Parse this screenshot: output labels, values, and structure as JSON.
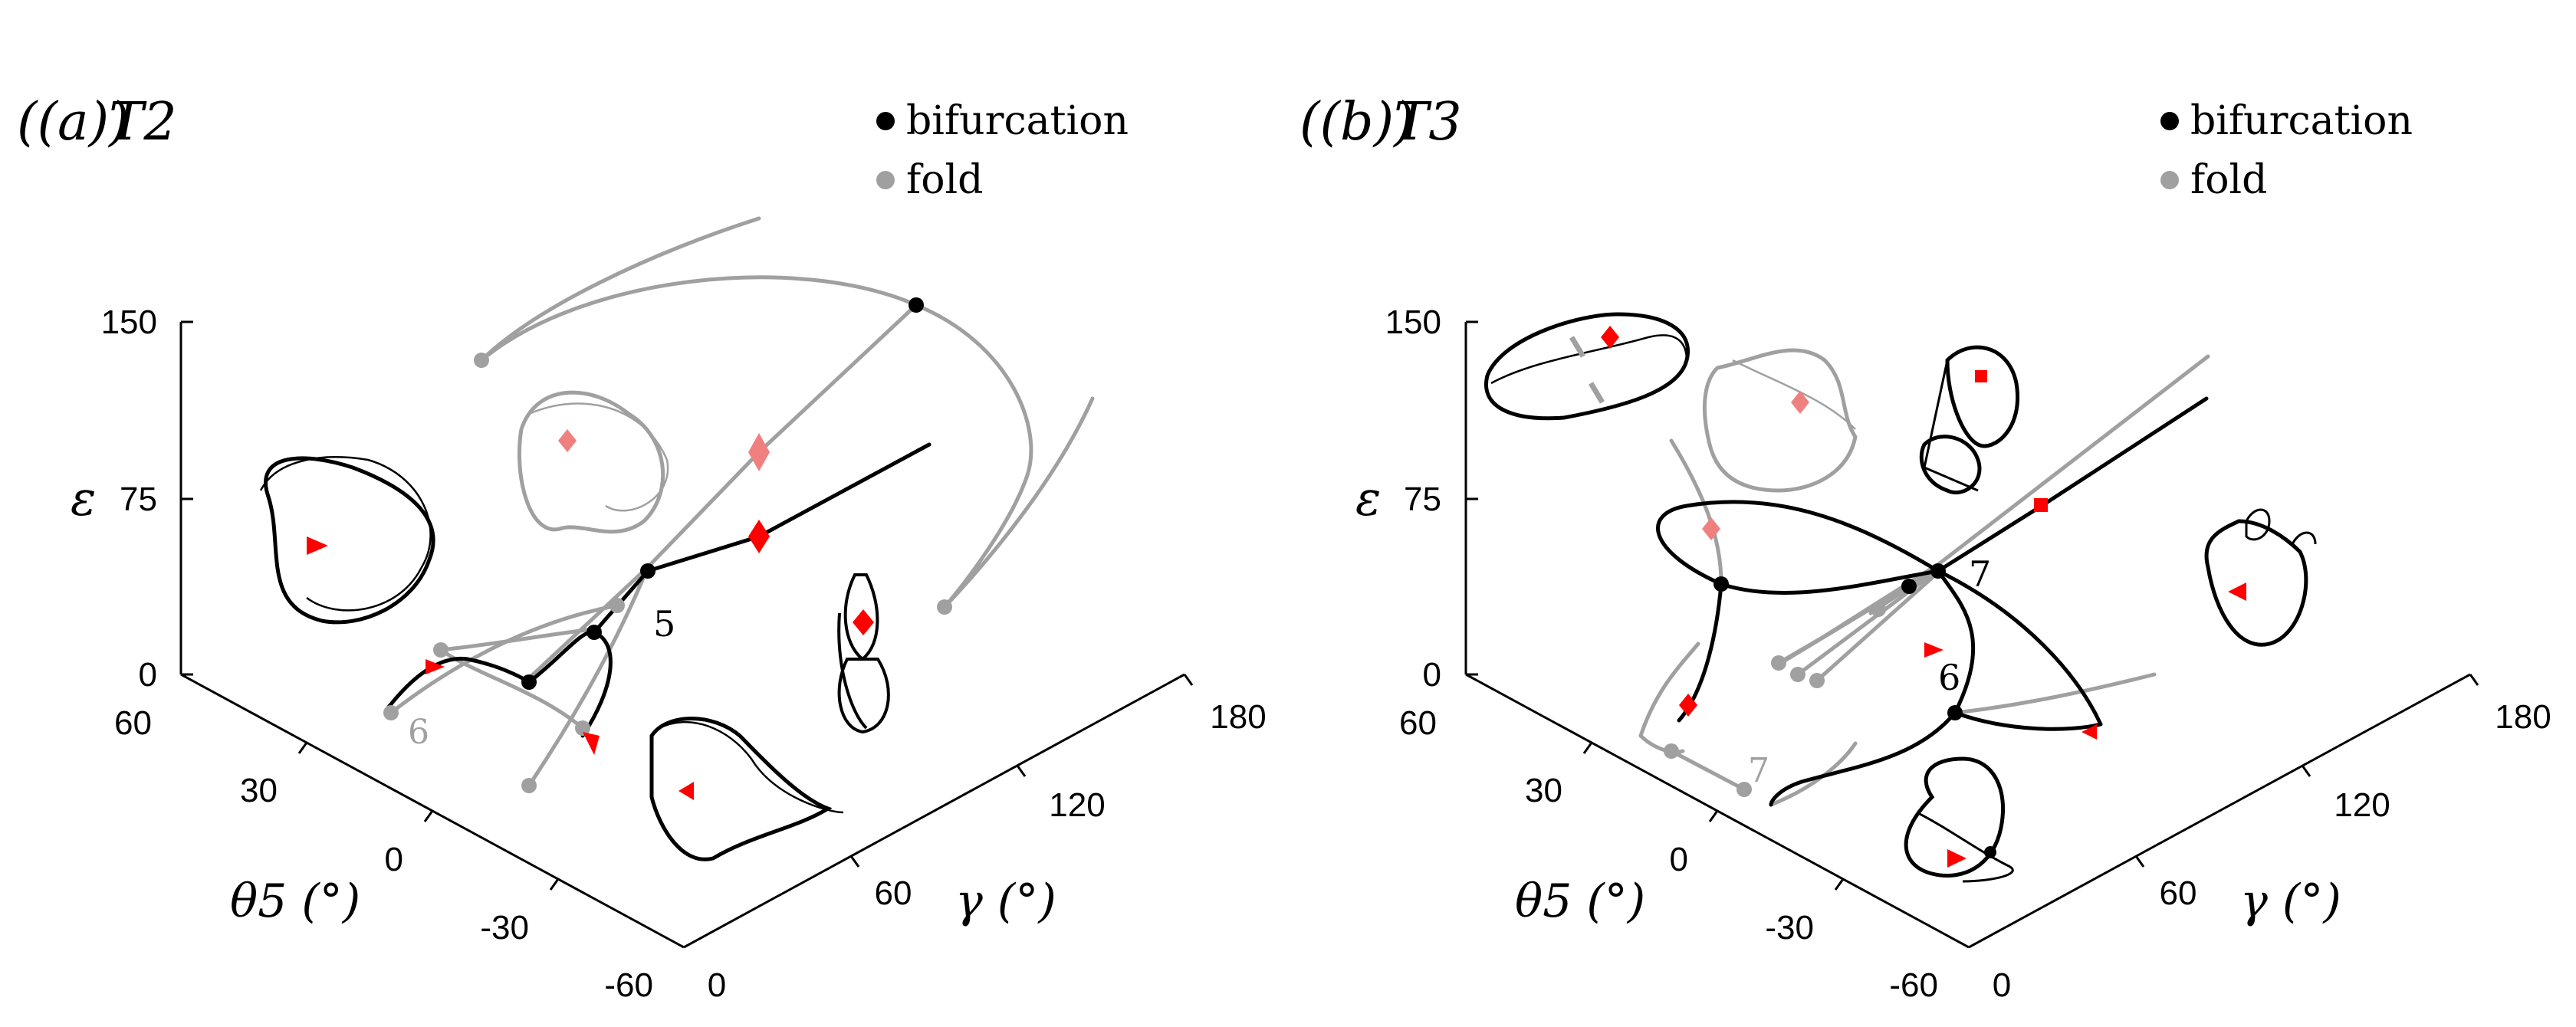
{
  "colors": {
    "branch": "#000000",
    "fold": "#a0a0a0",
    "marker": "#ff0000",
    "marker_faint": "#f08080"
  },
  "legend": {
    "items": [
      {
        "label": "bifurcation",
        "color": "#000000"
      },
      {
        "label": "fold",
        "color": "#a0a0a0"
      }
    ]
  },
  "chart_data": [
    {
      "type": "line",
      "panel": "(a)",
      "title": "T2",
      "axes": {
        "epsilon": {
          "label": "ε",
          "ticks": [
            "0",
            "75",
            "150"
          ],
          "range": [
            0,
            150
          ]
        },
        "theta5": {
          "label": "θ5 (°)",
          "ticks": [
            "60",
            "30",
            "0",
            "-30",
            "-60"
          ],
          "range": [
            -60,
            60
          ]
        },
        "gamma": {
          "label": "γ (°)",
          "ticks": [
            "0",
            "60",
            "120",
            "180"
          ],
          "range": [
            0,
            180
          ]
        }
      },
      "annotations": [
        "5",
        "6"
      ],
      "series": [
        {
          "kind": "branch",
          "color": "#000000"
        },
        {
          "kind": "fold",
          "color": "#a0a0a0"
        }
      ]
    },
    {
      "type": "line",
      "panel": "(b)",
      "title": "T3",
      "axes": {
        "epsilon": {
          "label": "ε",
          "ticks": [
            "0",
            "75",
            "150"
          ],
          "range": [
            0,
            150
          ]
        },
        "theta5": {
          "label": "θ5 (°)",
          "ticks": [
            "60",
            "30",
            "0",
            "-30",
            "-60"
          ],
          "range": [
            -60,
            60
          ]
        },
        "gamma": {
          "label": "γ (°)",
          "ticks": [
            "0",
            "60",
            "120",
            "180"
          ],
          "range": [
            0,
            180
          ]
        }
      },
      "annotations": [
        "6",
        "7",
        "7"
      ],
      "series": [
        {
          "kind": "branch",
          "color": "#000000"
        },
        {
          "kind": "fold",
          "color": "#a0a0a0"
        }
      ]
    }
  ]
}
